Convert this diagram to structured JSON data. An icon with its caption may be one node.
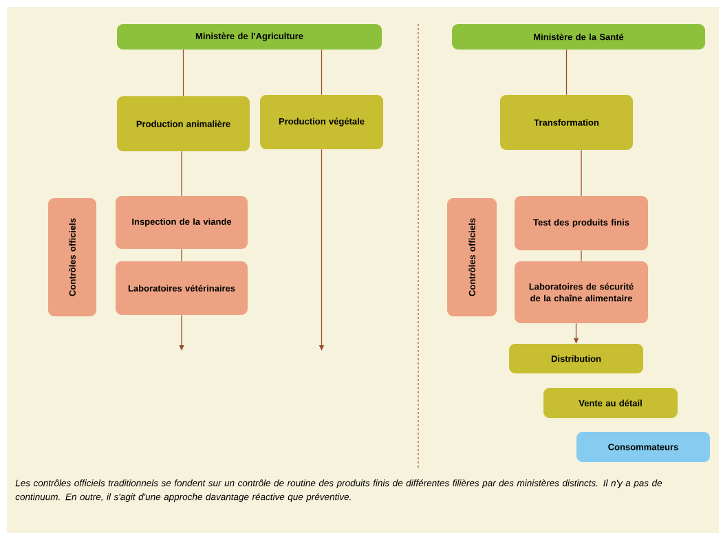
{
  "diagram": {
    "caption": "Les contrôles officiels traditionnels se fondent sur un contrôle de routine des produits finis de différentes filières par des ministères distincts. Il n'y a pas de continuum. En outre, il s'agit d'une approche davantage réactive que préventive.",
    "nodes": [
      {
        "text": [
          "Ministère de l'Agriculture"
        ]
      },
      {
        "text": [
          "Production animalière"
        ]
      },
      {
        "text": [
          "Production végétale"
        ]
      },
      {
        "text": [
          "Contrôles officiels"
        ]
      },
      {
        "text": [
          "Inspection de la viande"
        ]
      },
      {
        "text": [
          "Laboratoires vétérinaires"
        ]
      },
      {
        "text": [
          "Ministère de la Santé"
        ]
      },
      {
        "text": [
          "Transformation"
        ]
      },
      {
        "text": [
          "Contrôles officiels"
        ]
      },
      {
        "text": [
          "Test des produits finis"
        ]
      },
      {
        "text": [
          "Laboratoires de sécurité de la chaîne alimentaire"
        ]
      },
      {
        "text": [
          "Distribution"
        ]
      },
      {
        "text": [
          "Vente au détail"
        ]
      },
      {
        "text": [
          "Consommateurs"
        ]
      }
    ],
    "edges": [
      {
        "from": 0,
        "to": 1,
        "arrow": "none"
      },
      {
        "from": 0,
        "to": 2,
        "arrow": "none"
      },
      {
        "from": 1,
        "to": 4,
        "arrow": "none"
      },
      {
        "from": 4,
        "to": 5,
        "arrow": "none"
      },
      {
        "from": 5,
        "to": null,
        "arrow": "to"
      },
      {
        "from": 2,
        "to": null,
        "arrow": "to"
      },
      {
        "from": 6,
        "to": 7,
        "arrow": "none"
      },
      {
        "from": 7,
        "to": 9,
        "arrow": "none"
      },
      {
        "from": 9,
        "to": 10,
        "arrow": "none"
      },
      {
        "from": 10,
        "to": 11,
        "arrow": "to"
      }
    ]
  }
}
